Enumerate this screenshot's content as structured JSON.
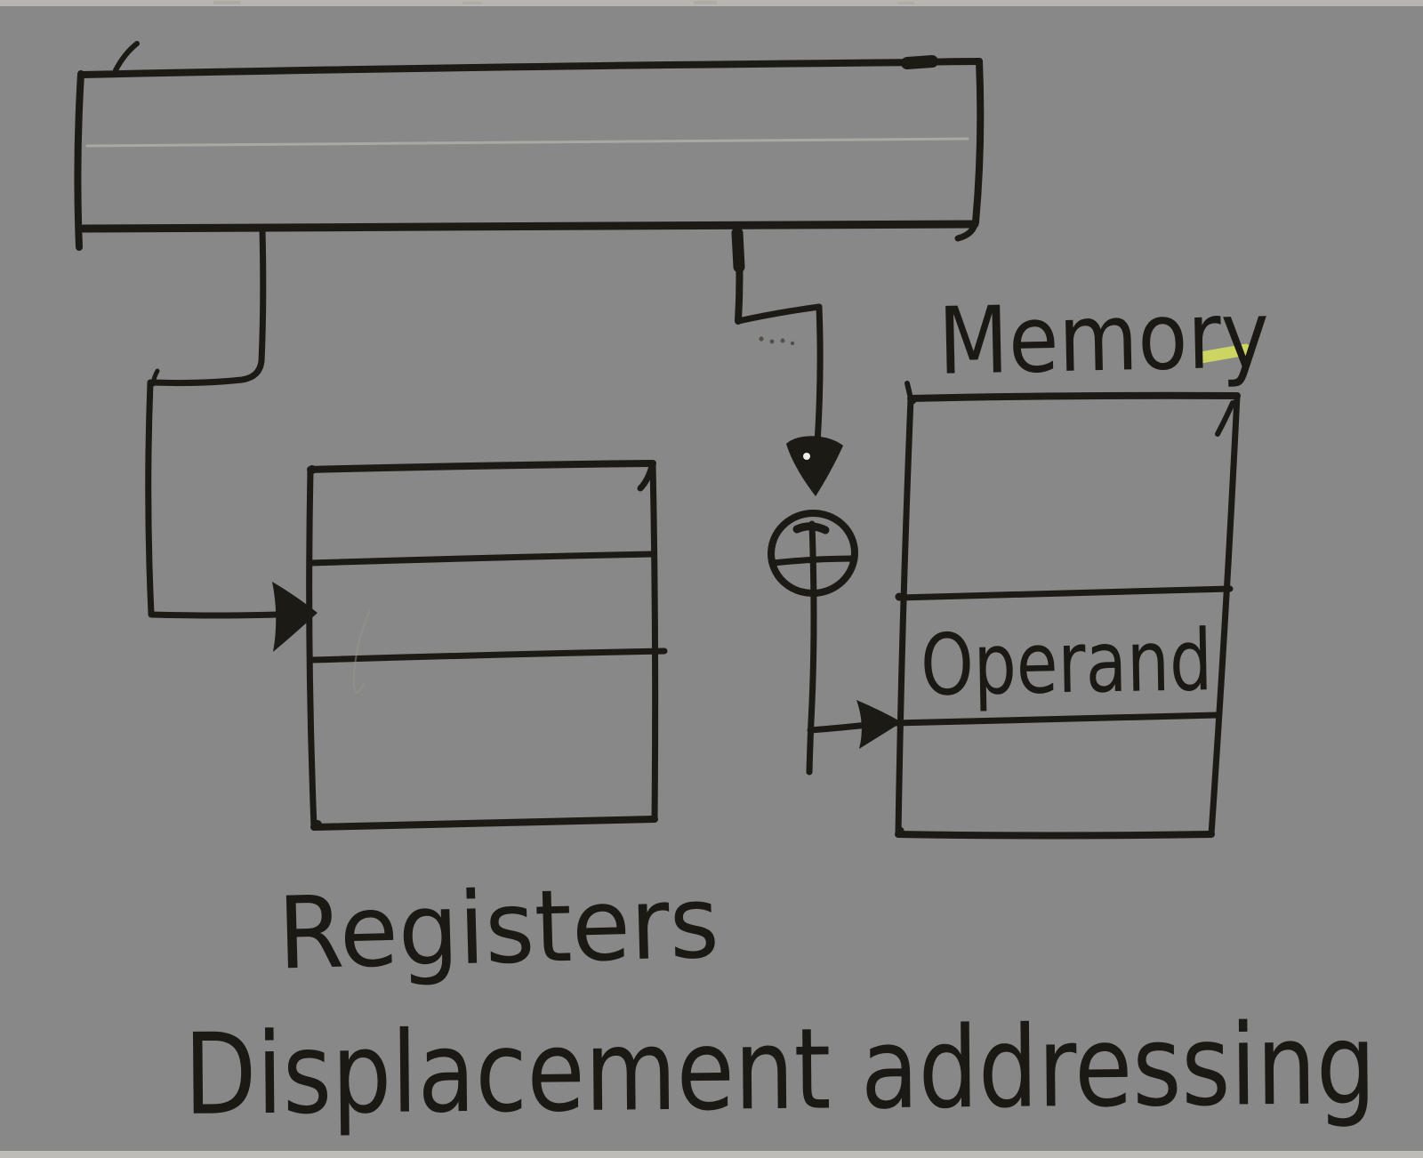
{
  "diagram": {
    "caption": "Displacement addressing",
    "instruction_box": {
      "text": ""
    },
    "memory": {
      "label": "Memory",
      "cell_label": "Operand",
      "row_count": 3
    },
    "registers": {
      "label": "Registers",
      "row_count": 3
    },
    "adder": {
      "symbol": "+"
    },
    "colors": {
      "paper": "#f1efe8",
      "ink": "#1c1a15",
      "highlight": "#d9e35c"
    }
  }
}
